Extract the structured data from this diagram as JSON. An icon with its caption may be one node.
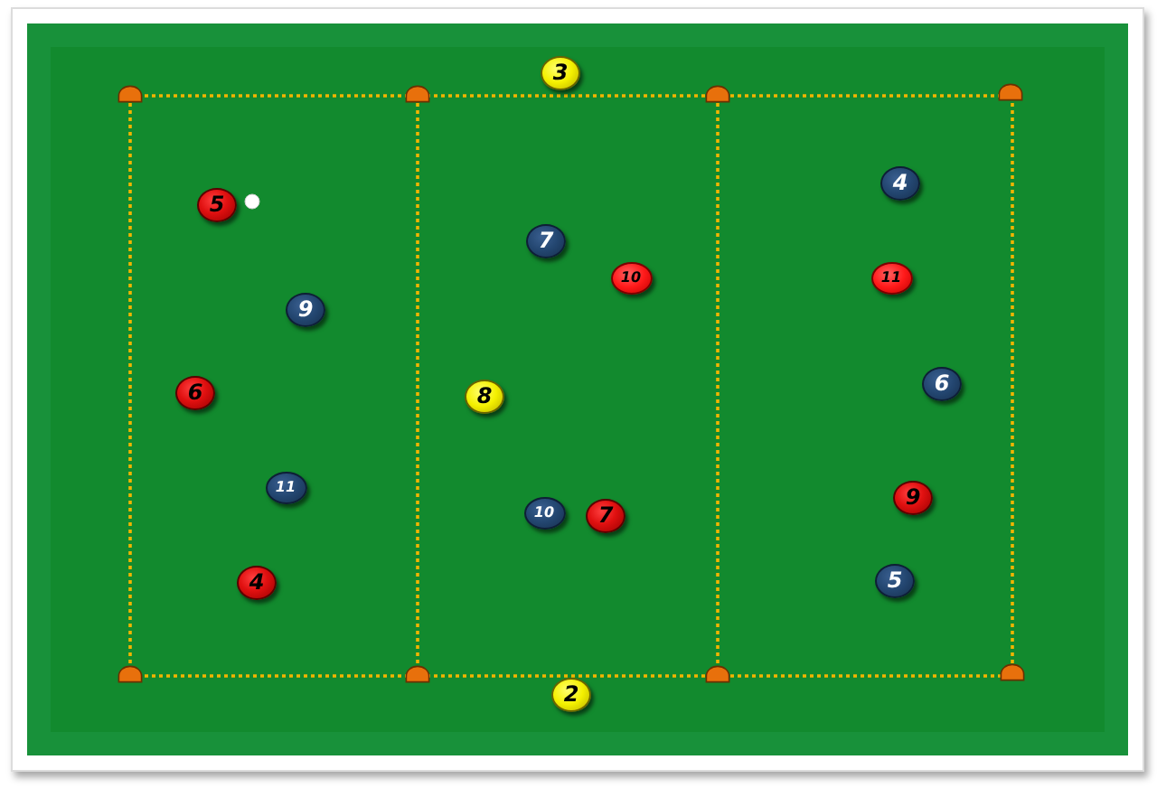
{
  "diagram": {
    "nodes": [
      {
        "text": [
          "3"
        ]
      },
      {
        "text": [
          "4"
        ]
      },
      {
        "text": [
          "5"
        ]
      },
      {
        "text": [
          "7"
        ]
      },
      {
        "text": [
          "10"
        ]
      },
      {
        "text": [
          "11"
        ]
      },
      {
        "text": [
          "9"
        ]
      },
      {
        "text": [
          "6"
        ]
      },
      {
        "text": [
          "6"
        ]
      },
      {
        "text": [
          "8"
        ]
      },
      {
        "text": [
          "11"
        ]
      },
      {
        "text": [
          "9"
        ]
      },
      {
        "text": [
          "10"
        ]
      },
      {
        "text": [
          "7"
        ]
      },
      {
        "text": [
          "5"
        ]
      },
      {
        "text": [
          "4"
        ]
      },
      {
        "text": [
          "2"
        ]
      }
    ]
  }
}
